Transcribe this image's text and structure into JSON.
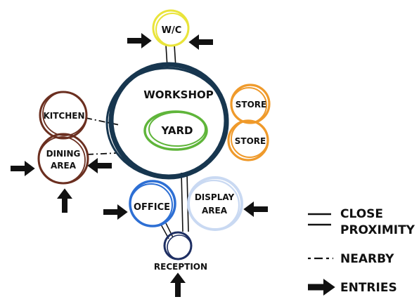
{
  "colors": {
    "ink": "#111111",
    "workshop": "#17364f",
    "yard": "#5fb53a",
    "wc": "#e9e43a",
    "store": "#ef9a2b",
    "kitchen": "#6b2f20",
    "office": "#2d6fd4",
    "display": "#c9d9f2",
    "reception": "#1e2f63"
  },
  "spaces": {
    "wc": "W/C",
    "workshop": "WORKSHOP",
    "yard": "YARD",
    "store_1": "STORE",
    "store_2": "STORE",
    "kitchen": "KITCHEN",
    "dining_line1": "DINING",
    "dining_line2": "AREA",
    "office": "OFFICE",
    "display_line1": "DISPLAY",
    "display_line2": "AREA",
    "reception": "RECEPTION"
  },
  "legend": {
    "close_line1": "CLOSE",
    "close_line2": "PROXIMITY",
    "nearby": "NEARBY",
    "entries": "ENTRIES"
  }
}
